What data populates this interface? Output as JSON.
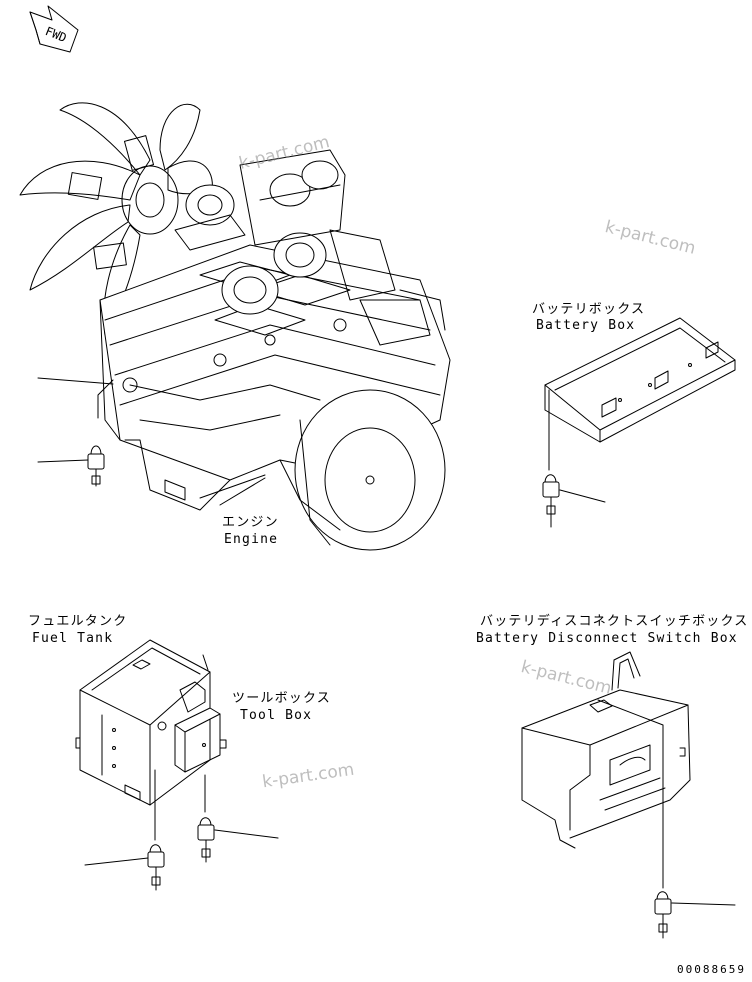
{
  "fwd_label": "FWD",
  "labels": {
    "engine_jp": "エンジン",
    "engine_en": "Engine",
    "battery_box_jp": "バッテリボックス",
    "battery_box_en": "Battery Box",
    "fuel_tank_jp": "フュエルタンク",
    "fuel_tank_en": "Fuel Tank",
    "tool_box_jp": "ツールボックス",
    "tool_box_en": "Tool Box",
    "disconnect_jp": "バッテリディスコネクトスイッチボックス",
    "disconnect_en": "Battery Disconnect Switch Box"
  },
  "watermark": "k-part.com",
  "drawing_code": "00088659"
}
